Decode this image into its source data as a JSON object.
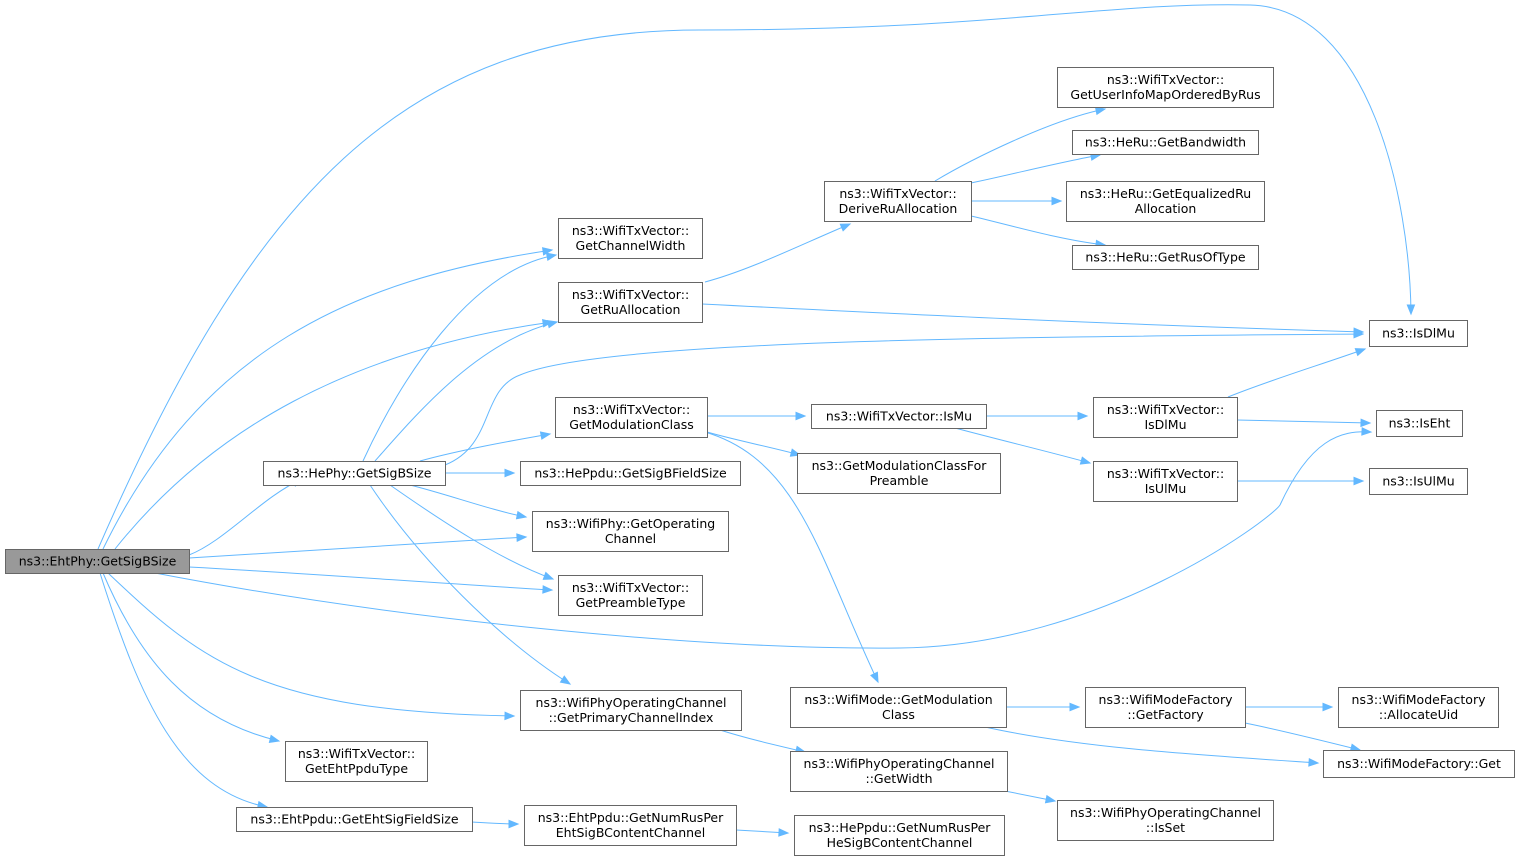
{
  "graph": {
    "nodes": [
      {
        "id": "n_ehtphy_getsigbsize",
        "lines": [
          "ns3::EhtPhy::GetSigBSize"
        ],
        "root": true
      },
      {
        "id": "n_hephy_getsigbsize",
        "lines": [
          "ns3::HePhy::GetSigBSize"
        ]
      },
      {
        "id": "n_txv_getchannelwidth",
        "lines": [
          "ns3::WifiTxVector::",
          "GetChannelWidth"
        ]
      },
      {
        "id": "n_txv_getruallocation",
        "lines": [
          "ns3::WifiTxVector::",
          "GetRuAllocation"
        ]
      },
      {
        "id": "n_txv_getmodulationclass",
        "lines": [
          "ns3::WifiTxVector::",
          "GetModulationClass"
        ]
      },
      {
        "id": "n_heppdu_getsigbfieldsize",
        "lines": [
          "ns3::HePpdu::GetSigBFieldSize"
        ]
      },
      {
        "id": "n_wifiphy_getoperatingchannel",
        "lines": [
          "ns3::WifiPhy::GetOperating",
          "Channel"
        ]
      },
      {
        "id": "n_txv_getpreambletype",
        "lines": [
          "ns3::WifiTxVector::",
          "GetPreambleType"
        ]
      },
      {
        "id": "n_opch_getprimarychannelindex",
        "lines": [
          "ns3::WifiPhyOperatingChannel",
          "::GetPrimaryChannelIndex"
        ]
      },
      {
        "id": "n_txv_getehtppdutype",
        "lines": [
          "ns3::WifiTxVector::",
          "GetEhtPpduType"
        ]
      },
      {
        "id": "n_ehtppdu_getehtsigfieldsize",
        "lines": [
          "ns3::EhtPpdu::GetEhtSigFieldSize"
        ]
      },
      {
        "id": "n_ehtppdu_getnumrusper",
        "lines": [
          "ns3::EhtPpdu::GetNumRusPer",
          "EhtSigBContentChannel"
        ]
      },
      {
        "id": "n_txv_deriveruallocation",
        "lines": [
          "ns3::WifiTxVector::",
          "DeriveRuAllocation"
        ]
      },
      {
        "id": "n_txv_ismu",
        "lines": [
          "ns3::WifiTxVector::IsMu"
        ]
      },
      {
        "id": "n_getmodclassforpreamble",
        "lines": [
          "ns3::GetModulationClassFor",
          "Preamble"
        ]
      },
      {
        "id": "n_wifimode_getmodulationclass",
        "lines": [
          "ns3::WifiMode::GetModulation",
          "Class"
        ]
      },
      {
        "id": "n_opch_getwidth",
        "lines": [
          "ns3::WifiPhyOperatingChannel",
          "::GetWidth"
        ]
      },
      {
        "id": "n_heppdu_getnumrusper",
        "lines": [
          "ns3::HePpdu::GetNumRusPer",
          "HeSigBContentChannel"
        ]
      },
      {
        "id": "n_txv_getuserinfomap",
        "lines": [
          "ns3::WifiTxVector::",
          "GetUserInfoMapOrderedByRus"
        ]
      },
      {
        "id": "n_heru_getbandwidth",
        "lines": [
          "ns3::HeRu::GetBandwidth"
        ]
      },
      {
        "id": "n_heru_getequalizedru",
        "lines": [
          "ns3::HeRu::GetEqualizedRu",
          "Allocation"
        ]
      },
      {
        "id": "n_heru_getrusoftype",
        "lines": [
          "ns3::HeRu::GetRusOfType"
        ]
      },
      {
        "id": "n_txv_isdlmu",
        "lines": [
          "ns3::WifiTxVector::",
          "IsDlMu"
        ]
      },
      {
        "id": "n_txv_isulmu",
        "lines": [
          "ns3::WifiTxVector::",
          "IsUlMu"
        ]
      },
      {
        "id": "n_factory_getfactory",
        "lines": [
          "ns3::WifiModeFactory",
          "::GetFactory"
        ]
      },
      {
        "id": "n_opch_isset",
        "lines": [
          "ns3::WifiPhyOperatingChannel",
          "::IsSet"
        ]
      },
      {
        "id": "n_isdlmu",
        "lines": [
          "ns3::IsDlMu"
        ]
      },
      {
        "id": "n_iseht",
        "lines": [
          "ns3::IsEht"
        ]
      },
      {
        "id": "n_isulmu",
        "lines": [
          "ns3::IsUlMu"
        ]
      },
      {
        "id": "n_factory_allocateuid",
        "lines": [
          "ns3::WifiModeFactory",
          "::AllocateUid"
        ]
      },
      {
        "id": "n_factory_get",
        "lines": [
          "ns3::WifiModeFactory::Get"
        ]
      }
    ],
    "edges": [
      {
        "from": "n_ehtphy_getsigbsize",
        "to": "n_hephy_getsigbsize"
      },
      {
        "from": "n_ehtphy_getsigbsize",
        "to": "n_txv_getchannelwidth"
      },
      {
        "from": "n_ehtphy_getsigbsize",
        "to": "n_txv_getruallocation"
      },
      {
        "from": "n_ehtphy_getsigbsize",
        "to": "n_wifiphy_getoperatingchannel"
      },
      {
        "from": "n_ehtphy_getsigbsize",
        "to": "n_txv_getpreambletype"
      },
      {
        "from": "n_ehtphy_getsigbsize",
        "to": "n_opch_getprimarychannelindex"
      },
      {
        "from": "n_ehtphy_getsigbsize",
        "to": "n_txv_getehtppdutype"
      },
      {
        "from": "n_ehtphy_getsigbsize",
        "to": "n_ehtppdu_getehtsigfieldsize"
      },
      {
        "from": "n_ehtphy_getsigbsize",
        "to": "n_isdlmu"
      },
      {
        "from": "n_ehtphy_getsigbsize",
        "to": "n_iseht"
      },
      {
        "from": "n_hephy_getsigbsize",
        "to": "n_txv_getchannelwidth"
      },
      {
        "from": "n_hephy_getsigbsize",
        "to": "n_txv_getruallocation"
      },
      {
        "from": "n_hephy_getsigbsize",
        "to": "n_txv_getmodulationclass"
      },
      {
        "from": "n_hephy_getsigbsize",
        "to": "n_heppdu_getsigbfieldsize"
      },
      {
        "from": "n_hephy_getsigbsize",
        "to": "n_wifiphy_getoperatingchannel"
      },
      {
        "from": "n_hephy_getsigbsize",
        "to": "n_txv_getpreambletype"
      },
      {
        "from": "n_hephy_getsigbsize",
        "to": "n_opch_getprimarychannelindex"
      },
      {
        "from": "n_hephy_getsigbsize",
        "to": "n_isdlmu"
      },
      {
        "from": "n_txv_getruallocation",
        "to": "n_txv_deriveruallocation"
      },
      {
        "from": "n_txv_getruallocation",
        "to": "n_isdlmu"
      },
      {
        "from": "n_txv_deriveruallocation",
        "to": "n_txv_getuserinfomap"
      },
      {
        "from": "n_txv_deriveruallocation",
        "to": "n_heru_getbandwidth"
      },
      {
        "from": "n_txv_deriveruallocation",
        "to": "n_heru_getequalizedru"
      },
      {
        "from": "n_txv_deriveruallocation",
        "to": "n_heru_getrusoftype"
      },
      {
        "from": "n_txv_getmodulationclass",
        "to": "n_txv_ismu"
      },
      {
        "from": "n_txv_getmodulationclass",
        "to": "n_getmodclassforpreamble"
      },
      {
        "from": "n_txv_getmodulationclass",
        "to": "n_wifimode_getmodulationclass"
      },
      {
        "from": "n_txv_ismu",
        "to": "n_txv_isdlmu"
      },
      {
        "from": "n_txv_ismu",
        "to": "n_txv_isulmu"
      },
      {
        "from": "n_txv_isdlmu",
        "to": "n_isdlmu"
      },
      {
        "from": "n_txv_isdlmu",
        "to": "n_iseht"
      },
      {
        "from": "n_txv_isulmu",
        "to": "n_isulmu"
      },
      {
        "from": "n_wifimode_getmodulationclass",
        "to": "n_factory_getfactory"
      },
      {
        "from": "n_wifimode_getmodulationclass",
        "to": "n_factory_get"
      },
      {
        "from": "n_factory_getfactory",
        "to": "n_factory_allocateuid"
      },
      {
        "from": "n_factory_getfactory",
        "to": "n_factory_get"
      },
      {
        "from": "n_opch_getprimarychannelindex",
        "to": "n_opch_getwidth"
      },
      {
        "from": "n_opch_getwidth",
        "to": "n_opch_isset"
      },
      {
        "from": "n_ehtppdu_getehtsigfieldsize",
        "to": "n_ehtppdu_getnumrusper"
      },
      {
        "from": "n_ehtppdu_getnumrusper",
        "to": "n_heppdu_getnumrusper"
      }
    ]
  },
  "colors": {
    "edge": "#63b8ff",
    "node_border": "#666666",
    "root_fill": "#999999",
    "node_fill": "#ffffff"
  }
}
